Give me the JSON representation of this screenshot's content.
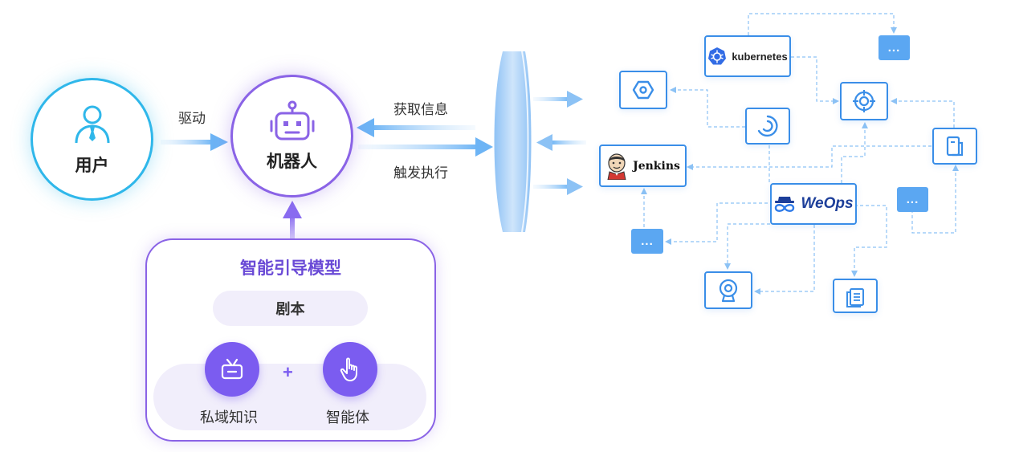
{
  "nodes": {
    "user": "用户",
    "robot": "机器人"
  },
  "edges": {
    "drive": "驱动",
    "get_info": "获取信息",
    "trigger_exec": "触发执行"
  },
  "model": {
    "title": "智能引导模型",
    "script": "剧本",
    "private_knowledge": "私域知识",
    "plus": "+",
    "agent": "智能体"
  },
  "tools": {
    "kubernetes": "kubernetes",
    "jenkins": "Jenkins",
    "weops": "WeOps",
    "more": "..."
  },
  "colors": {
    "user_ring": "#2fb7ea",
    "robot_ring": "#8a63e6",
    "tool_border": "#3a8ee8",
    "more_fill": "#5ba7f2",
    "model_purple": "#7b5cf0"
  }
}
